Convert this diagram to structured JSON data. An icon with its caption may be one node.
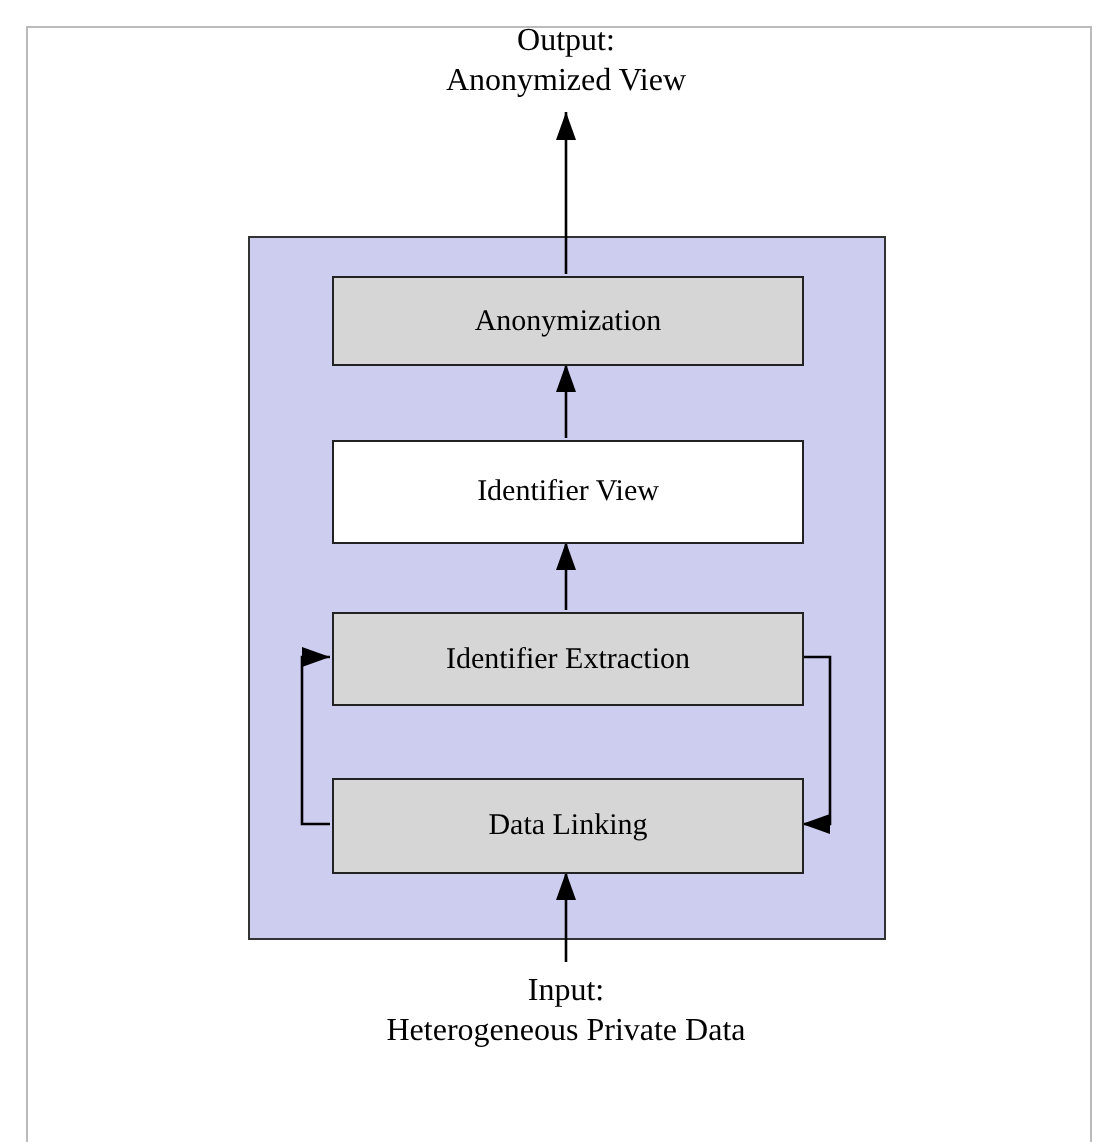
{
  "diagram": {
    "nodes": [
      {
        "text": [
          "Output:",
          "Anonymized View"
        ]
      },
      {
        "text": [],
        "shape": "box"
      },
      {
        "text": [
          "Anonymization"
        ],
        "in": 1
      },
      {
        "text": [
          "Identifier View"
        ],
        "in": 1
      },
      {
        "text": [
          "Identifier Extraction"
        ],
        "in": 1
      },
      {
        "text": [
          "Data Linking"
        ],
        "in": 1
      },
      {
        "text": [
          "Input:",
          "Heterogeneous Private Data"
        ]
      }
    ],
    "edges": [
      {
        "from": 6,
        "to": 5,
        "arrow": "to"
      },
      {
        "from": 5,
        "to": 4,
        "arrow": "to"
      },
      {
        "from": 4,
        "to": 5,
        "arrow": "to"
      },
      {
        "from": 4,
        "to": 3,
        "arrow": "to"
      },
      {
        "from": 3,
        "to": 2,
        "arrow": "to"
      },
      {
        "from": 2,
        "to": 0,
        "arrow": "to"
      }
    ]
  }
}
